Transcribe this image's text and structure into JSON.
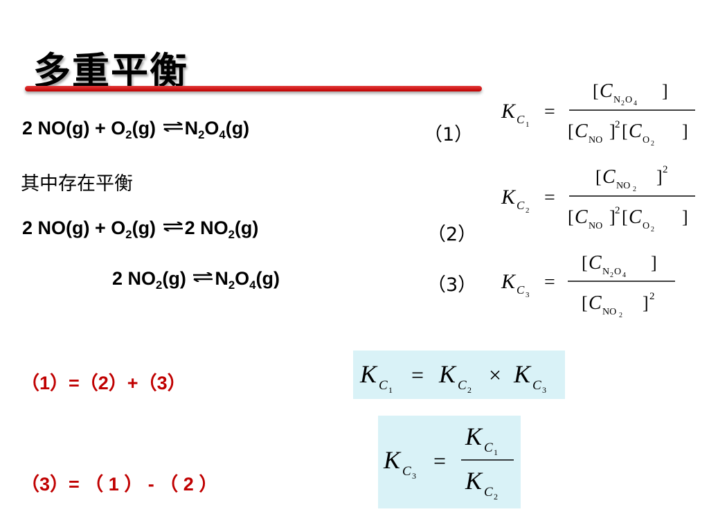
{
  "title": "多重平衡",
  "reactions": {
    "r1": {
      "left": "2 NO(g) + O",
      "o2_sub": "2",
      "mid": "(g) ",
      "p1": "N",
      "p1_sub": "2",
      "p2": "O",
      "p2_sub": "4",
      "end": "(g)",
      "num": "（1）"
    },
    "note": "其中存在平衡",
    "r2": {
      "left": "2 NO(g) + O",
      "o2_sub": "2",
      "mid": "(g) ",
      "p1": "2 NO",
      "p1_sub": "2",
      "end": "(g)",
      "num": "（2）"
    },
    "r3": {
      "left": "2 NO",
      "l_sub": "2",
      "mid": "(g) ",
      "p1": "N",
      "p1_sub": "2",
      "p2": "O",
      "p2_sub": "4",
      "end": "(g)",
      "num": "（3）"
    }
  },
  "relations": {
    "rel1": "（1）=（2）+（3）",
    "rel2": "（3）= （ 1 ） - （ 2 ）"
  },
  "formula_text": {
    "K": "K",
    "C": "C",
    "eq": "=",
    "times": "×",
    "sub1": "1",
    "sub2": "2",
    "sub3": "3",
    "N2O4_N": "N",
    "N2O4_O": "O",
    "two": "2",
    "four": "4",
    "NO": "NO",
    "NO2_base": "NO",
    "O2_base": "O",
    "lb": "[",
    "rb": "]",
    "sq": "2"
  },
  "colors": {
    "accent_red": "#c00000",
    "box_bg": "#d9f2f7"
  }
}
